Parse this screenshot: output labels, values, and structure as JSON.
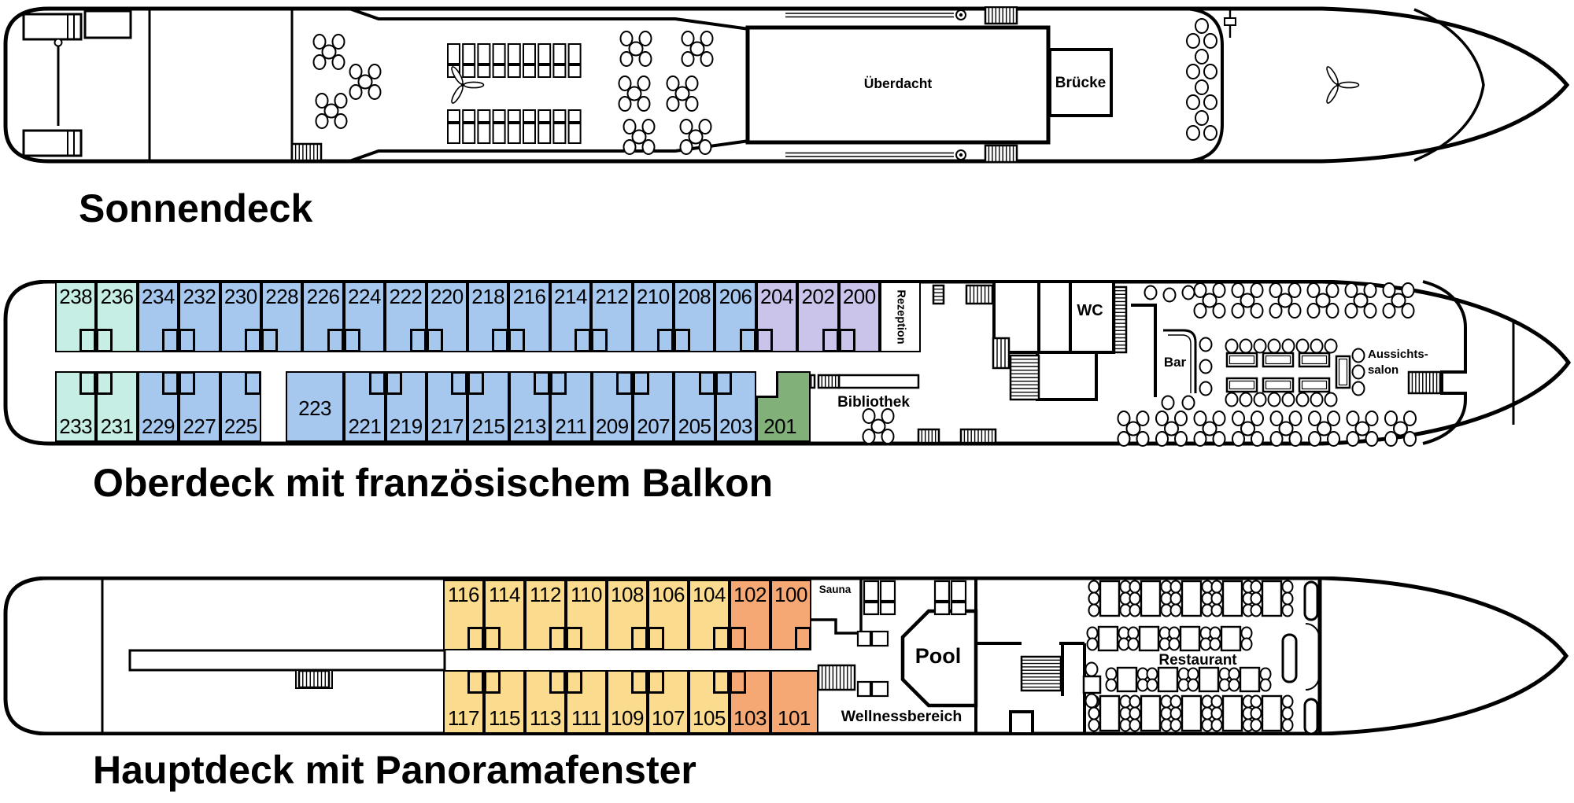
{
  "decks": {
    "sonnendeck": {
      "title": "Sonnendeck",
      "labels": {
        "ueberdacht": "Überdacht",
        "bruecke": "Brücke"
      }
    },
    "oberdeck": {
      "title": "Oberdeck mit französischem Balkon",
      "labels": {
        "rezeption": "Rezeption",
        "wc": "WC",
        "bar": "Bar",
        "aussichtssalon_line1": "Aussichts-",
        "aussichtssalon_line2": "salon",
        "bibliothek": "Bibliothek"
      },
      "cabins_top": [
        {
          "no": "238",
          "color": "mint"
        },
        {
          "no": "236",
          "color": "mint"
        },
        {
          "no": "234",
          "color": "blue"
        },
        {
          "no": "232",
          "color": "blue"
        },
        {
          "no": "230",
          "color": "blue"
        },
        {
          "no": "228",
          "color": "blue"
        },
        {
          "no": "226",
          "color": "blue"
        },
        {
          "no": "224",
          "color": "blue"
        },
        {
          "no": "222",
          "color": "blue"
        },
        {
          "no": "220",
          "color": "blue"
        },
        {
          "no": "218",
          "color": "blue"
        },
        {
          "no": "216",
          "color": "blue"
        },
        {
          "no": "214",
          "color": "blue"
        },
        {
          "no": "212",
          "color": "blue"
        },
        {
          "no": "210",
          "color": "blue"
        },
        {
          "no": "208",
          "color": "blue"
        },
        {
          "no": "206",
          "color": "blue"
        },
        {
          "no": "204",
          "color": "purple"
        },
        {
          "no": "202",
          "color": "purple"
        },
        {
          "no": "200",
          "color": "purple"
        }
      ],
      "cabins_bottom": [
        {
          "no": "233",
          "color": "mint"
        },
        {
          "no": "231",
          "color": "mint"
        },
        {
          "no": "229",
          "color": "blue"
        },
        {
          "no": "227",
          "color": "blue"
        },
        {
          "no": "225",
          "color": "blue"
        },
        {
          "no": "223",
          "color": "blue"
        },
        {
          "no": "221",
          "color": "blue"
        },
        {
          "no": "219",
          "color": "blue"
        },
        {
          "no": "217",
          "color": "blue"
        },
        {
          "no": "215",
          "color": "blue"
        },
        {
          "no": "213",
          "color": "blue"
        },
        {
          "no": "211",
          "color": "blue"
        },
        {
          "no": "209",
          "color": "blue"
        },
        {
          "no": "207",
          "color": "blue"
        },
        {
          "no": "205",
          "color": "blue"
        },
        {
          "no": "203",
          "color": "blue"
        },
        {
          "no": "201",
          "color": "green"
        }
      ]
    },
    "hauptdeck": {
      "title": "Hauptdeck mit Panoramafenster",
      "labels": {
        "sauna": "Sauna",
        "pool": "Pool",
        "wellness": "Wellnessbereich",
        "restaurant": "Restaurant"
      },
      "cabins_top": [
        {
          "no": "116",
          "color": "yellow"
        },
        {
          "no": "114",
          "color": "yellow"
        },
        {
          "no": "112",
          "color": "yellow"
        },
        {
          "no": "110",
          "color": "yellow"
        },
        {
          "no": "108",
          "color": "yellow"
        },
        {
          "no": "106",
          "color": "yellow"
        },
        {
          "no": "104",
          "color": "yellow"
        },
        {
          "no": "102",
          "color": "orange"
        },
        {
          "no": "100",
          "color": "orange"
        }
      ],
      "cabins_bottom": [
        {
          "no": "117",
          "color": "yellow"
        },
        {
          "no": "115",
          "color": "yellow"
        },
        {
          "no": "113",
          "color": "yellow"
        },
        {
          "no": "111",
          "color": "yellow"
        },
        {
          "no": "109",
          "color": "yellow"
        },
        {
          "no": "107",
          "color": "yellow"
        },
        {
          "no": "105",
          "color": "yellow"
        },
        {
          "no": "103",
          "color": "orange"
        },
        {
          "no": "101",
          "color": "orange"
        }
      ]
    }
  },
  "colors": {
    "mint": "#c6eee4",
    "blue": "#a7c8ee",
    "purple": "#cac4eb",
    "green": "#82b079",
    "yellow": "#fbdb8d",
    "orange": "#f5a873",
    "line": "#000000"
  }
}
